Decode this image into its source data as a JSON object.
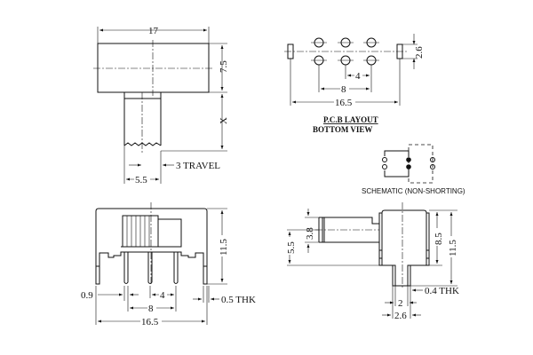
{
  "top_view": {
    "width": "17",
    "height": "7.5",
    "stem_length": "X",
    "travel": "3  TRAVEL",
    "stem_width": "5.5"
  },
  "pcb_layout": {
    "pitch": "4",
    "span": "8",
    "total": "16.5",
    "row_spacing": "2.6",
    "title": "P.C.B  LAYOUT",
    "subtitle": "BOTTOM  VIEW"
  },
  "schematic": {
    "label": "SCHEMATIC (NON-SHORTING)"
  },
  "front_view": {
    "height": "11.5",
    "pin_width": "0.9",
    "pitch": "4",
    "thickness": "0.5  THK",
    "span": "8",
    "total": "16.5"
  },
  "side_view": {
    "actuator_height": "3.8",
    "actuator_offset": "5.5",
    "body_height": "8.5",
    "total_height": "11.5",
    "thickness": "0.4  THK",
    "pin_gap": "2",
    "pin_span": "2.6"
  }
}
